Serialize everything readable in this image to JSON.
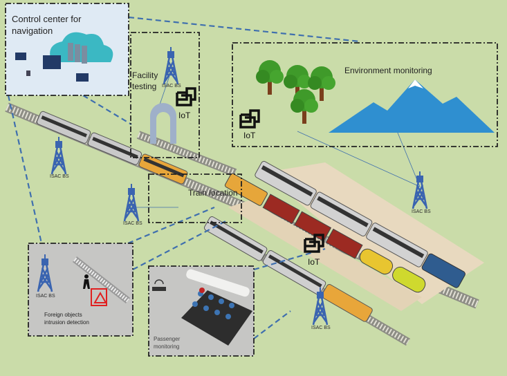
{
  "panels": {
    "control_center": {
      "title": "Control center for navigation"
    },
    "facility_testing": {
      "title": "Facility testing",
      "bs_label": "ISAC BS",
      "iot_label": "IoT"
    },
    "environment_monitoring": {
      "title": "Environment monitoring",
      "iot_label": "IoT"
    },
    "train_location": {
      "title": "Train location"
    },
    "foreign_objects": {
      "title_line1": "Foreign objects",
      "title_line2": "intrusion detection",
      "bs_label": "ISAC BS"
    },
    "passenger_monitoring": {
      "title_line1": "Passenger",
      "title_line2": "monitoring"
    }
  },
  "scene": {
    "base_stations": [
      "ISAC BS",
      "ISAC BS",
      "ISAC BS",
      "ISAC BS"
    ],
    "iot_label": "IoT"
  },
  "colors": {
    "background": "#cadca9",
    "tower": "#3a64b0",
    "link": "#3f6fae",
    "panel_gray": "#c6c6c4",
    "control_bg": "#dfeaf4",
    "alert": "#e02020"
  }
}
